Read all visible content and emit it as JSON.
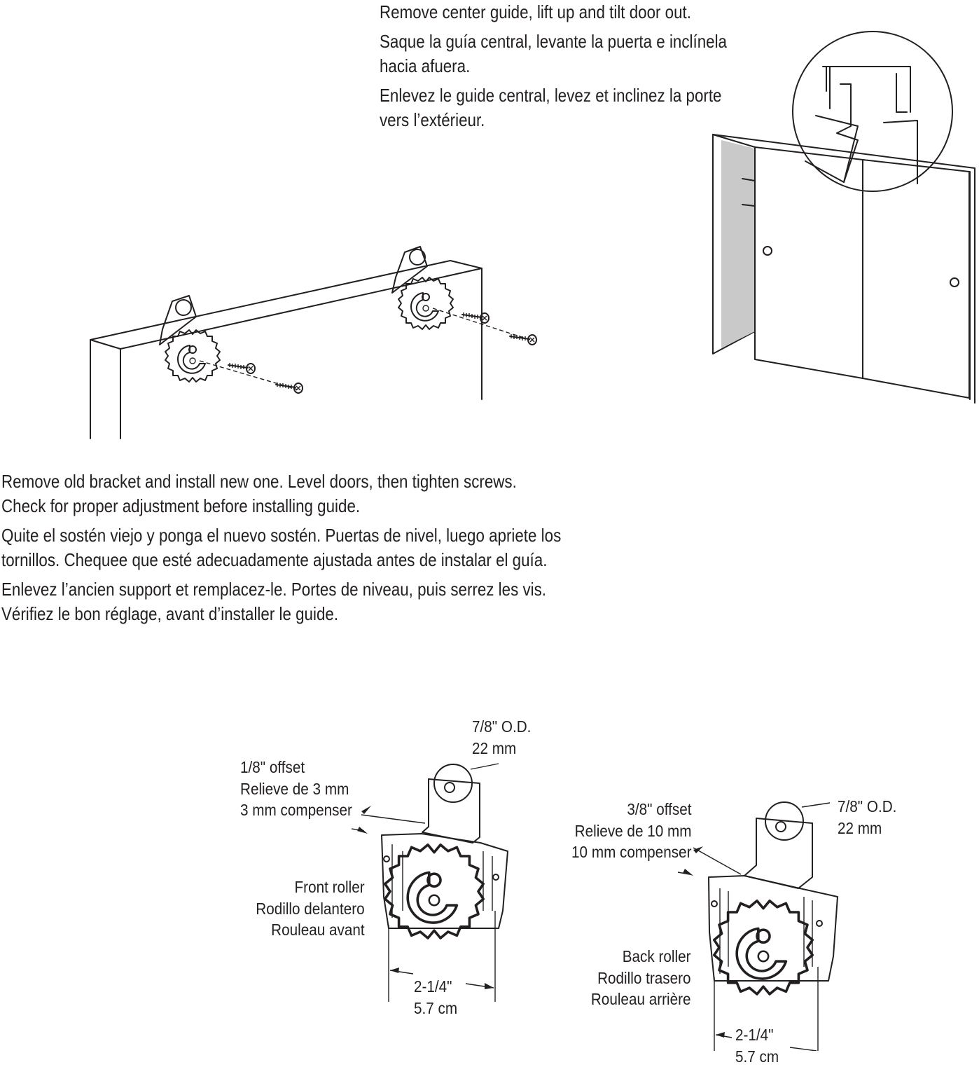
{
  "step_top": {
    "en": [
      "Remove center guide, lift up and tilt door out."
    ],
    "es": [
      "Saque la guía central, levante la puerta e inclínela",
      "hacia afuera."
    ],
    "fr": [
      "Enlevez le guide central, levez et inclinez la porte",
      "vers l’extérieur."
    ]
  },
  "step_middle": {
    "en": [
      "Remove old bracket and install new one. Level doors, then tighten screws.",
      "Check for proper adjustment before installing guide."
    ],
    "es": [
      "Quite el sostén viejo y ponga el nuevo sostén. Puertas de nivel, luego apriete los",
      "tornillos. Chequee que esté adecuadamente ajustada antes de instalar el guía."
    ],
    "fr": [
      "Enlevez l’ancien support et remplacez-le. Portes de niveau, puis serrez les vis.",
      "Vérifiez le bon réglage, avant d’installer le guide."
    ]
  },
  "front_roller": {
    "diameter": [
      "7/8\" O.D.",
      "22 mm"
    ],
    "offset": [
      "1/8\" offset",
      "Relieve de 3 mm",
      "3 mm compenser"
    ],
    "name": [
      "Front roller",
      "Rodillo delantero",
      "Rouleau avant"
    ],
    "width": [
      "2-1/4\"",
      "5.7 cm"
    ]
  },
  "back_roller": {
    "diameter": [
      "7/8\" O.D.",
      "22 mm"
    ],
    "offset": [
      "3/8\" offset",
      "Relieve de 10 mm",
      "10 mm compenser"
    ],
    "name": [
      "Back roller",
      "Rodillo trasero",
      "Rouleau arrière"
    ],
    "width": [
      "2-1/4\"",
      "5.7 cm"
    ]
  }
}
